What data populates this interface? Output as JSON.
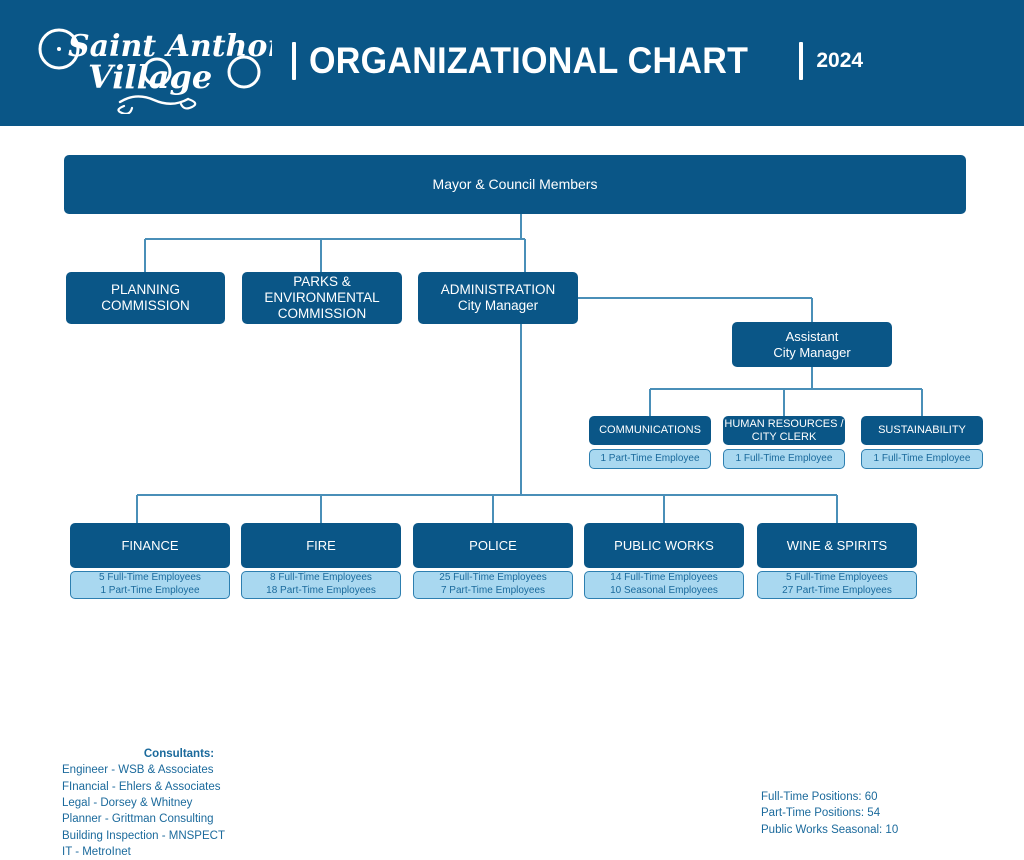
{
  "header": {
    "logo_line1": "Saint Anthony",
    "logo_line2": "Village",
    "logo_alt": "saint-anthony-village-logo",
    "title": "ORGANIZATIONAL CHART",
    "year": "2024",
    "bg_color": "#0a5687"
  },
  "colors": {
    "dark_blue": "#0a5687",
    "light_blue": "#a9d8f0",
    "light_blue_border": "#2d7fb0",
    "connector": "#4a8fb8",
    "text_blue": "#1b6a9c",
    "page_bg": "#ffffff"
  },
  "nodes": {
    "root": {
      "label": "Mayor & Council Members"
    },
    "planning": {
      "line1": "PLANNING",
      "line2": "COMMISSION"
    },
    "parks": {
      "line1": "PARKS &",
      "line2": "ENVIRONMENTAL",
      "line3": "COMMISSION"
    },
    "administration": {
      "line1": "ADMINISTRATION",
      "line2": "City Manager"
    },
    "assistant": {
      "line1": "Assistant",
      "line2": "City Manager"
    },
    "communications": {
      "line1": "COMMUNICATIONS",
      "count1": "1 Part-Time Employee"
    },
    "human_resources": {
      "line1": "HUMAN RESOURCES /",
      "line2": "CITY CLERK",
      "count1": "1 Full-Time Employee"
    },
    "sustainability": {
      "line1": "SUSTAINABILITY",
      "count1": "1 Full-Time Employee"
    },
    "finance": {
      "line1": "FINANCE",
      "count1": "5 Full-Time Employees",
      "count2": "1 Part-Time Employee"
    },
    "fire": {
      "line1": "FIRE",
      "count1": "8 Full-Time Employees",
      "count2": "18 Part-Time Employees"
    },
    "police": {
      "line1": "POLICE",
      "count1": "25 Full-Time Employees",
      "count2": "7 Part-Time Employees"
    },
    "public_works": {
      "line1": "PUBLIC WORKS",
      "count1": "14 Full-Time Employees",
      "count2": "10 Seasonal Employees"
    },
    "wine_spirits": {
      "line1": "WINE & SPIRITS",
      "count1": "5 Full-Time Employees",
      "count2": "27 Part-Time Employees"
    }
  },
  "consultants": {
    "heading": "Consultants:",
    "items": [
      "Engineer - WSB & Associates",
      "FInancial - Ehlers & Associates",
      "Legal - Dorsey & Whitney",
      "Planner - Grittman Consulting",
      "Building Inspection - MNSPECT",
      "IT - MetroInet"
    ]
  },
  "totals": {
    "items": [
      "Full-Time Positions: 60",
      "Part-Time Positions: 54",
      "Public Works Seasonal: 10"
    ]
  }
}
